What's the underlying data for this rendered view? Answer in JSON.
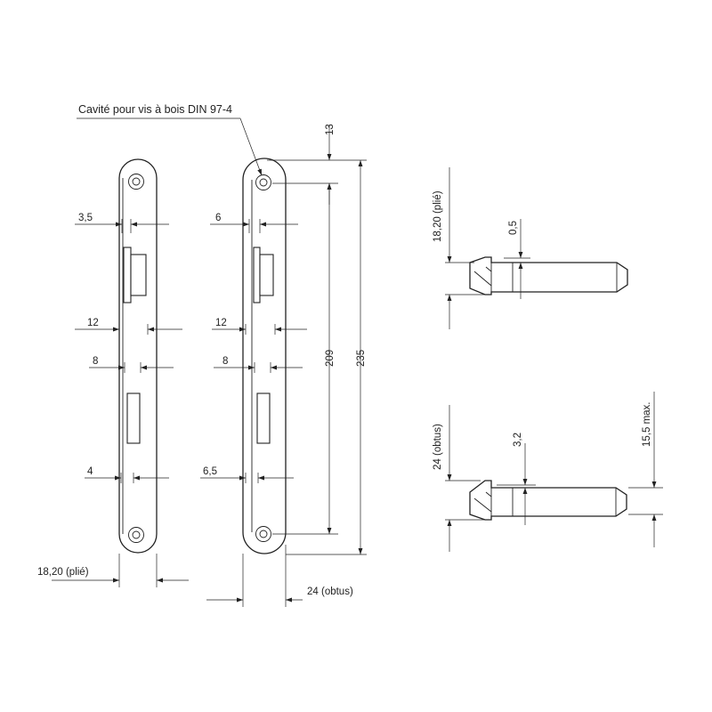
{
  "callout": {
    "text": "Cavité pour vis à bois DIN 97-4"
  },
  "strike_plate_left": {
    "dims": {
      "d1": "3,5",
      "d2": "12",
      "d3": "8",
      "d4": "4",
      "width": "18,20 (plié)"
    }
  },
  "strike_plate_right": {
    "dims": {
      "d1": "6",
      "d2": "12",
      "d3": "8",
      "d4": "6,5",
      "top_offset": "13",
      "hole_spacing": "209",
      "total_length": "235",
      "width": "24 (obtus)"
    }
  },
  "section_top": {
    "dims": {
      "height": "18,20 (plié)",
      "thickness": "0,5"
    }
  },
  "section_bottom": {
    "dims": {
      "height": "24 (obtus)",
      "thickness": "3,2",
      "max": "15,5 max."
    }
  }
}
